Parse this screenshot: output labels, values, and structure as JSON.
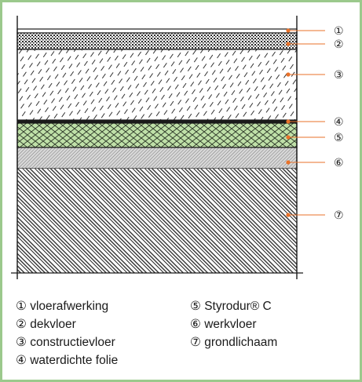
{
  "markers": [
    "①",
    "②",
    "③",
    "④",
    "⑤",
    "⑥",
    "⑦"
  ],
  "legend": {
    "left": [
      "① vloerafwerking",
      "② dekvloer",
      "③ constructievloer",
      "④ waterdichte folie"
    ],
    "right": [
      "⑤ Styrodur® C",
      "⑥ werkvloer",
      "⑦ grondlichaam"
    ]
  },
  "colors": {
    "frame_border": "#9bc98c",
    "leader_dot": "#e9722a",
    "insulation_fill": "#bfe0a8",
    "line": "#1a1a1a"
  }
}
